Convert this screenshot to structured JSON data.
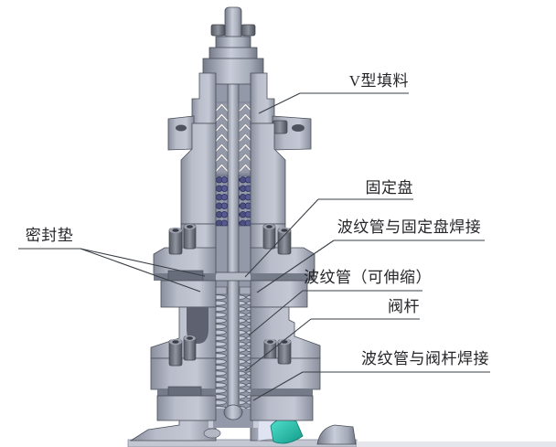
{
  "figure": {
    "labels": [
      {
        "id": "v-packing",
        "text": "V型填料"
      },
      {
        "id": "fixed-plate",
        "text": "固定盘"
      },
      {
        "id": "bellows-plate-weld",
        "text": "波纹管与固定盘焊接"
      },
      {
        "id": "bellows",
        "text": "波纹管（可伸缩）"
      },
      {
        "id": "stem",
        "text": "阀杆"
      },
      {
        "id": "bellows-stem-weld",
        "text": "波纹管与阀杆焊接"
      },
      {
        "id": "gasket",
        "text": "密封垫"
      }
    ],
    "colors": {
      "body_gray": "#a9aebc",
      "cut_face": "#c9cdd9",
      "recess": "#9399a9",
      "packing_white": "#ffffff",
      "packing_blue": "#4b4f86",
      "seat_teal": "#2fc7b2",
      "leader_line": "#3a3f45",
      "background": "#ffffff"
    }
  }
}
